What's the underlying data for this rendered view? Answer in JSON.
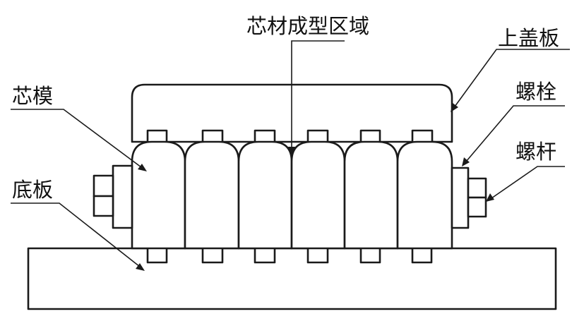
{
  "diagram": {
    "labels": {
      "core_forming_region": "芯材成型区域",
      "upper_cover": "上盖板",
      "core_mold": "芯模",
      "bolt": "螺栓",
      "screw_rod": "螺杆",
      "base_plate": "底板"
    },
    "colors": {
      "line": "#1a1a1a",
      "fill": "#ffffff",
      "text": "#111111"
    }
  }
}
